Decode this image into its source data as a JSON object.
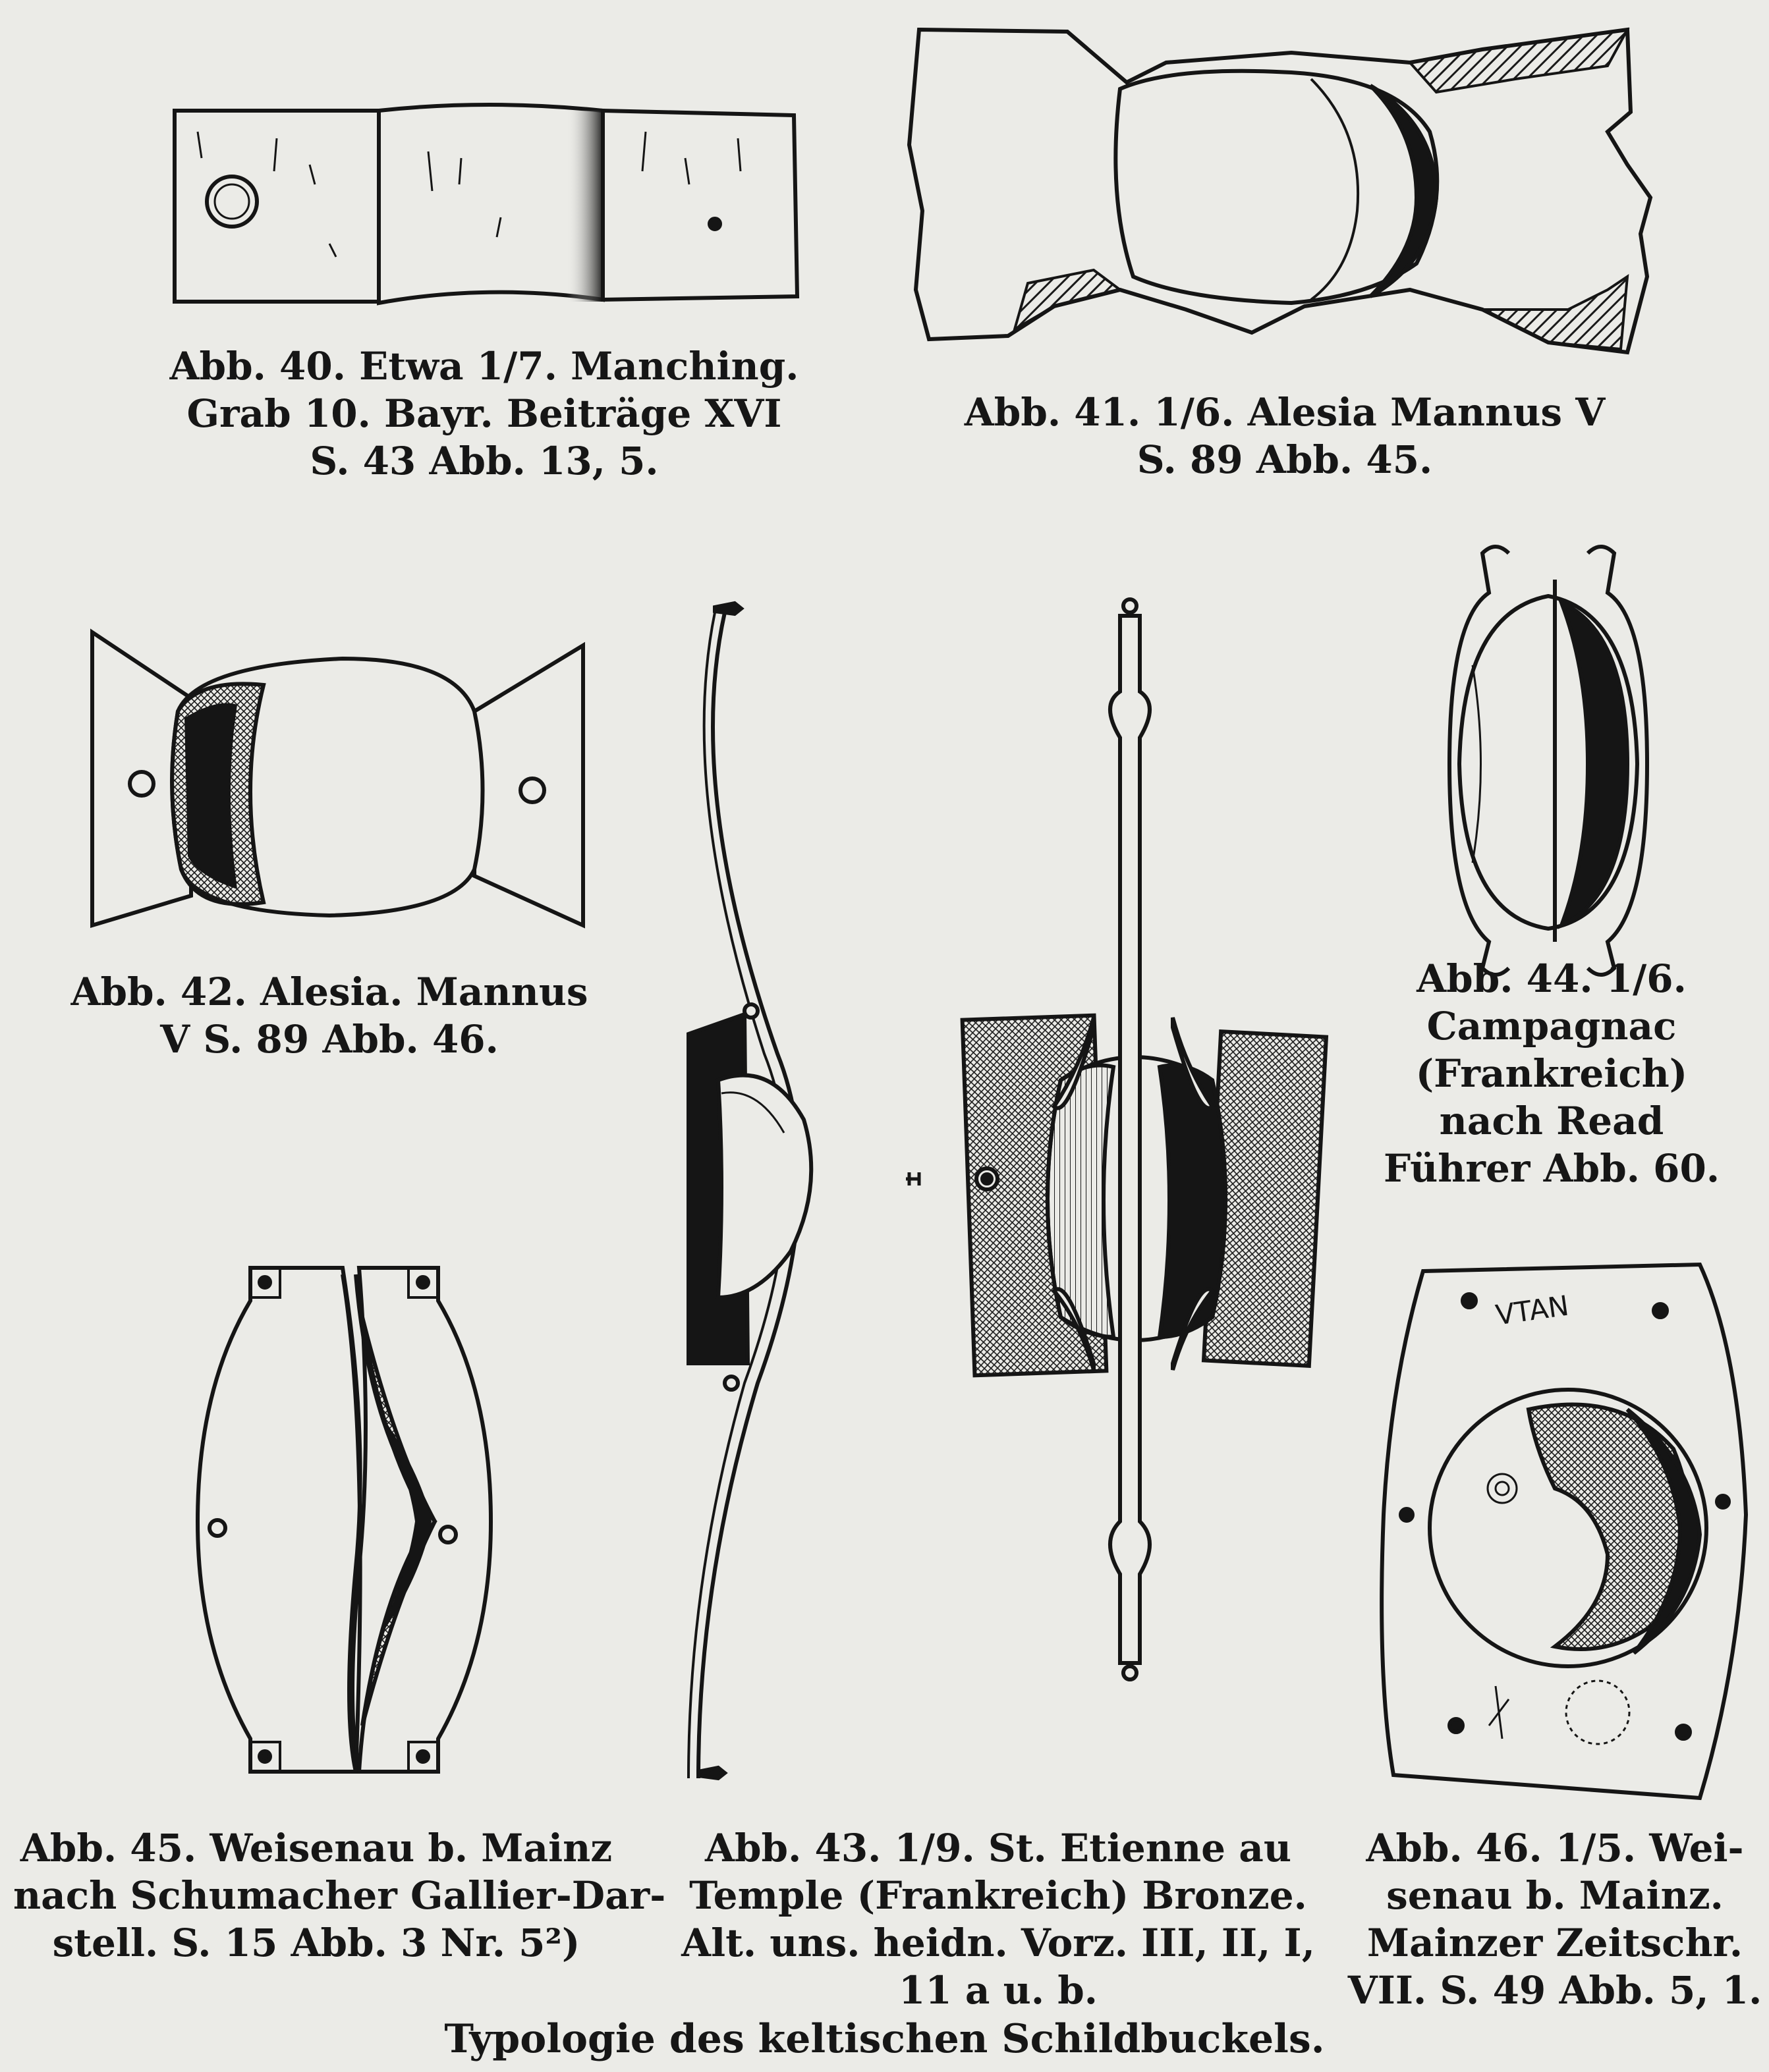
{
  "figures": {
    "abb40": {
      "lines": [
        "Abb. 40. Etwa 1/7. Manching.",
        "Grab 10. Bayr. Beiträge XVI",
        "S. 43 Abb. 13, 5."
      ]
    },
    "abb41": {
      "lines": [
        "Abb. 41. 1/6. Alesia Mannus V",
        "S. 89 Abb. 45."
      ]
    },
    "abb42": {
      "lines": [
        "Abb. 42. Alesia. Mannus",
        "V S. 89 Abb. 46."
      ]
    },
    "abb44": {
      "lines": [
        "Abb. 44. 1/6.",
        "Campagnac",
        "(Frankreich)",
        "nach Read",
        "Führer Abb. 60."
      ]
    },
    "abb45": {
      "lines": [
        "Abb. 45. Weisenau b. Mainz",
        "nach Schumacher Gallier-Dar-",
        "stell. S. 15 Abb. 3 Nr. 5²)"
      ]
    },
    "abb43": {
      "lines": [
        "Abb. 43. 1/9. St. Etienne au",
        "Temple (Frankreich) Bronze.",
        "Alt. uns. heidn. Vorz. III, II, I,",
        "11 a u. b."
      ]
    },
    "abb46": {
      "lines": [
        "Abb. 46. 1/5. Wei-",
        "senau b. Mainz.",
        "Mainzer Zeitschr.",
        "VII. S. 49 Abb. 5, 1."
      ]
    }
  },
  "scratched_inscription": "VTAN",
  "page_title": "Typologie des keltischen Schildbuckels."
}
